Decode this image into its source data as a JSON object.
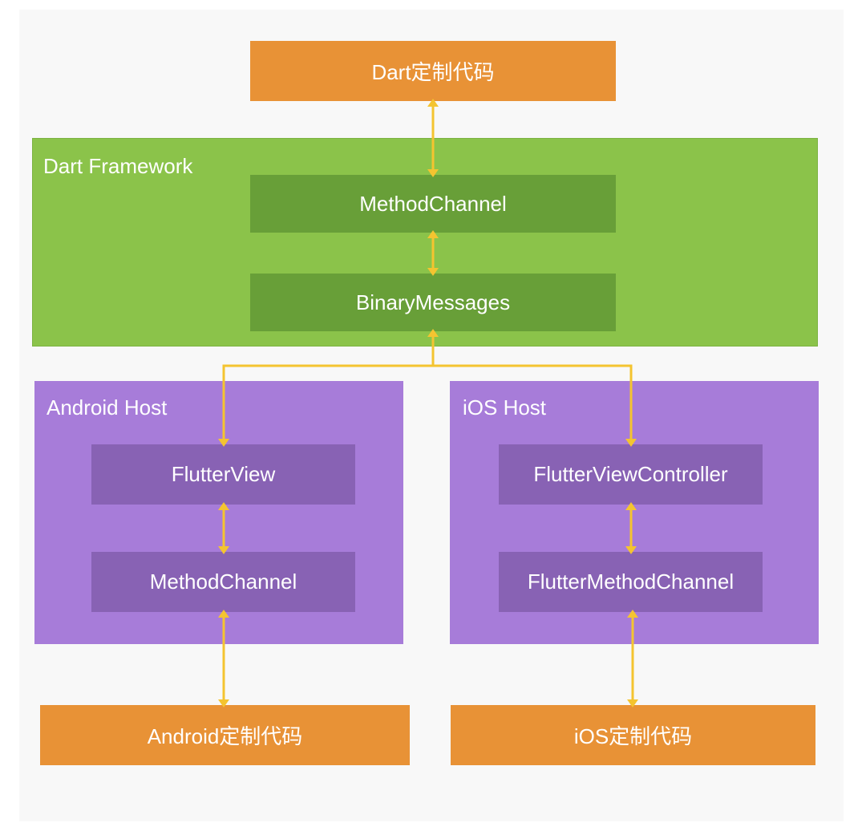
{
  "dart_custom_code": "Dart定制代码",
  "dart_framework": {
    "title": "Dart Framework",
    "method_channel": "MethodChannel",
    "binary_messages": "BinaryMessages"
  },
  "android_host": {
    "title": "Android Host",
    "flutter_view": "FlutterView",
    "method_channel": "MethodChannel"
  },
  "ios_host": {
    "title": "iOS Host",
    "flutter_view_controller": "FlutterViewController",
    "flutter_method_channel": "FlutterMethodChannel"
  },
  "android_custom_code": "Android定制代码",
  "ios_custom_code": "iOS定制代码",
  "colors": {
    "orange": "#e89236",
    "green_panel": "#8bc34a",
    "green_inner": "#689f38",
    "purple_panel": "#a77cd9",
    "purple_inner": "#8862b4",
    "arrow": "#f4c430"
  }
}
